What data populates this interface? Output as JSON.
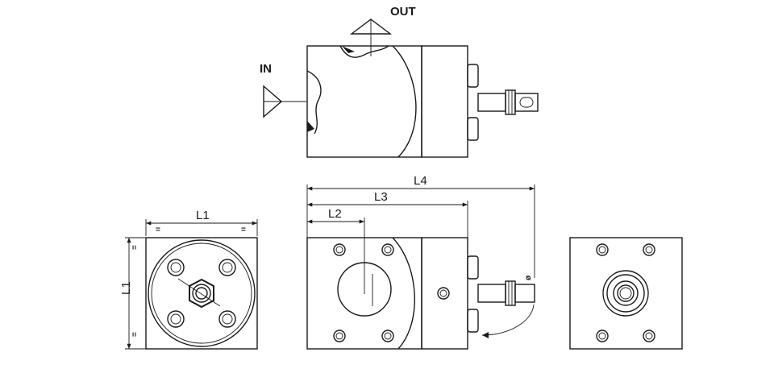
{
  "labels": {
    "out": "OUT",
    "in": "IN",
    "l1_horizontal": "L1",
    "l1_vertical": "L1",
    "l2": "L2",
    "l3": "L3",
    "l4": "L4",
    "equal_mark": "=",
    "diameter_mark": "ø"
  },
  "colors": {
    "line": "#1a1a1a",
    "background": "#ffffff",
    "hatch": "#1a1a1a"
  }
}
